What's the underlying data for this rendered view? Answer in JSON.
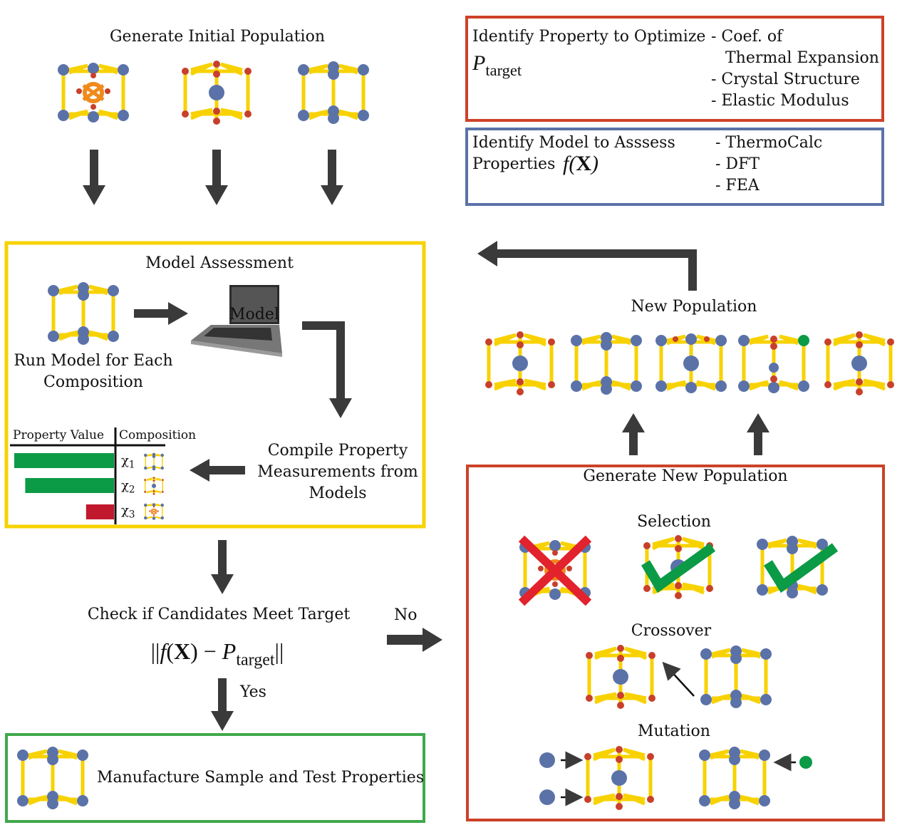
{
  "colors": {
    "yellow": "#f7d200",
    "blue": "#5b72a8",
    "red_atom": "#c8402a",
    "orange_box": "#cc4228",
    "blue_box": "#5b72a8",
    "yellow_box": "#f7d200",
    "green_box": "#3fa84b",
    "arrow": "#3a3a3a",
    "green_bar": "#0b9a45",
    "red_bar": "#c0192d",
    "green_atom": "#0b9a45"
  },
  "initial": {
    "title": "Generate Initial Population"
  },
  "target_box": {
    "title": "Identify Property to Optimize",
    "symbol": "P",
    "symbol_sub": "target",
    "items": [
      "- Coef. of",
      "Thermal Expansion",
      "- Crystal Structure",
      "- Elastic Modulus"
    ]
  },
  "model_id_box": {
    "line1": "Identify Model to Asssess",
    "line2": "Properties",
    "symbol_f": "f",
    "symbol_x": "X",
    "items": [
      "- ThermoCalc",
      "- DFT",
      "- FEA"
    ]
  },
  "assessment": {
    "title": "Model Assessment",
    "laptop_label": "Model",
    "run_line1": "Run Model for Each",
    "run_line2": "Composition",
    "compile_line1": "Compile Property",
    "compile_line2": "Measurements from",
    "compile_line3": "Models",
    "table_header_left": "Property Value",
    "table_header_right": "Composition",
    "rows": [
      {
        "label": "χ",
        "sub": "1",
        "value": 1.0,
        "status": "good"
      },
      {
        "label": "χ",
        "sub": "2",
        "value": 0.89,
        "status": "good"
      },
      {
        "label": "χ",
        "sub": "3",
        "value": 0.28,
        "status": "bad"
      }
    ]
  },
  "check": {
    "title": "Check if Candidates Meet Target",
    "formula_f": "f",
    "formula_x": "X",
    "formula_p": "P",
    "formula_sub": "target",
    "no_label": "No",
    "yes_label": "Yes"
  },
  "manufacture": {
    "label": "Manufacture Sample and Test Properties"
  },
  "new_population": {
    "title": "New Population"
  },
  "generate_new": {
    "title": "Generate New Population",
    "selection": "Selection",
    "crossover": "Crossover",
    "mutation": "Mutation"
  }
}
